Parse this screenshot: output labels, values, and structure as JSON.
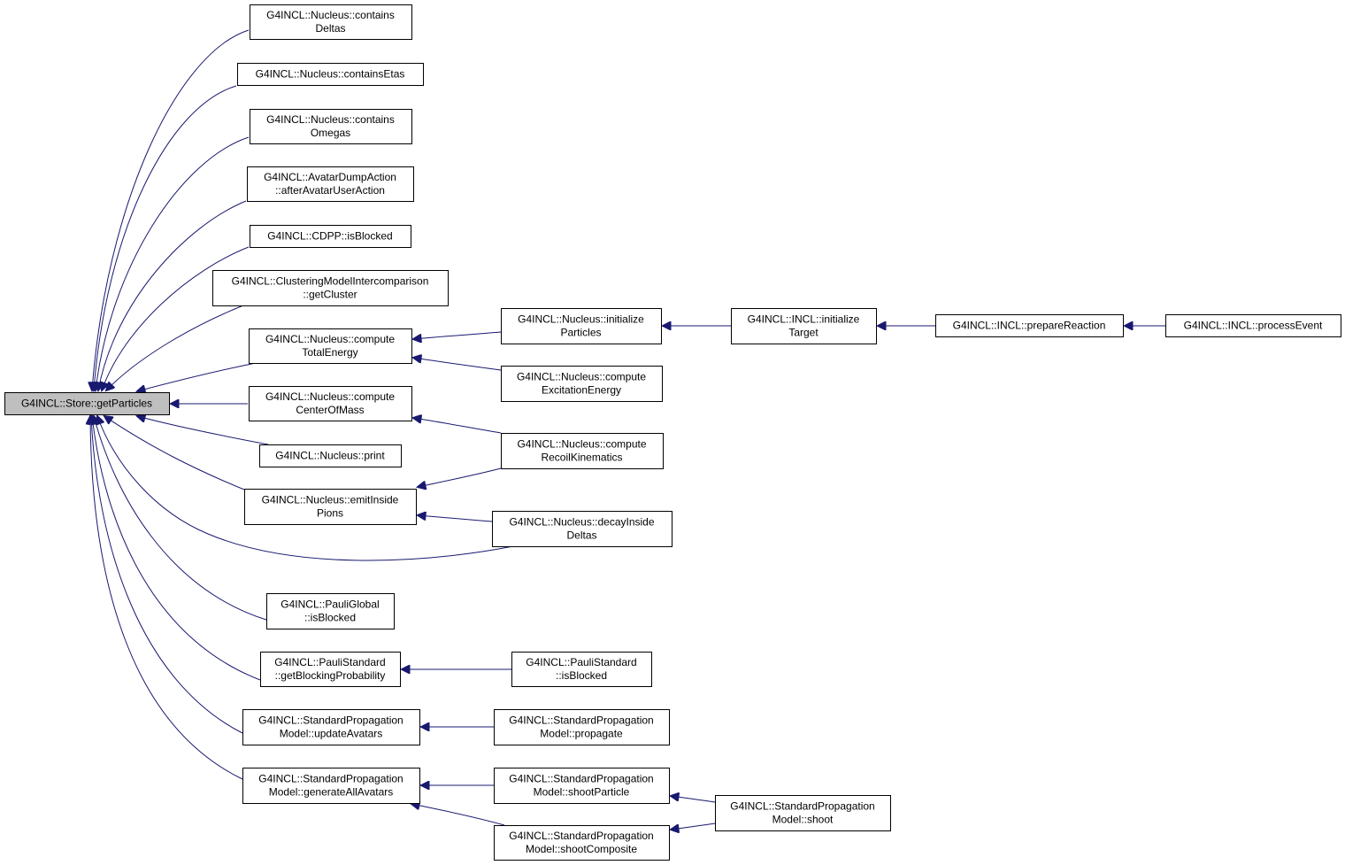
{
  "graph": {
    "nodes": [
      {
        "id": "root",
        "lines": [
          "G4INCL::Store::getParticles"
        ],
        "root": true
      },
      {
        "id": "n1",
        "lines": [
          "G4INCL::Nucleus::contains",
          "Deltas"
        ]
      },
      {
        "id": "n2",
        "lines": [
          "G4INCL::Nucleus::containsEtas"
        ]
      },
      {
        "id": "n3",
        "lines": [
          "G4INCL::Nucleus::contains",
          "Omegas"
        ]
      },
      {
        "id": "n4",
        "lines": [
          "G4INCL::AvatarDumpAction",
          "::afterAvatarUserAction"
        ]
      },
      {
        "id": "n5",
        "lines": [
          "G4INCL::CDPP::isBlocked"
        ]
      },
      {
        "id": "n6",
        "lines": [
          "G4INCL::ClusteringModelIntercomparison",
          "::getCluster"
        ]
      },
      {
        "id": "n7",
        "lines": [
          "G4INCL::Nucleus::compute",
          "TotalEnergy"
        ]
      },
      {
        "id": "n8",
        "lines": [
          "G4INCL::Nucleus::compute",
          "CenterOfMass"
        ]
      },
      {
        "id": "n9",
        "lines": [
          "G4INCL::Nucleus::print"
        ]
      },
      {
        "id": "n10",
        "lines": [
          "G4INCL::Nucleus::emitInside",
          "Pions"
        ]
      },
      {
        "id": "n11",
        "lines": [
          "G4INCL::PauliGlobal",
          "::isBlocked"
        ]
      },
      {
        "id": "n12",
        "lines": [
          "G4INCL::PauliStandard",
          "::getBlockingProbability"
        ]
      },
      {
        "id": "n13",
        "lines": [
          "G4INCL::StandardPropagation",
          "Model::updateAvatars"
        ]
      },
      {
        "id": "n14",
        "lines": [
          "G4INCL::StandardPropagation",
          "Model::generateAllAvatars"
        ]
      },
      {
        "id": "m1",
        "lines": [
          "G4INCL::Nucleus::initialize",
          "Particles"
        ]
      },
      {
        "id": "m2",
        "lines": [
          "G4INCL::Nucleus::compute",
          "ExcitationEnergy"
        ]
      },
      {
        "id": "m3",
        "lines": [
          "G4INCL::Nucleus::compute",
          "RecoilKinematics"
        ]
      },
      {
        "id": "m4",
        "lines": [
          "G4INCL::Nucleus::decayInside",
          "Deltas"
        ]
      },
      {
        "id": "m5",
        "lines": [
          "G4INCL::PauliStandard",
          "::isBlocked"
        ]
      },
      {
        "id": "m6",
        "lines": [
          "G4INCL::StandardPropagation",
          "Model::propagate"
        ]
      },
      {
        "id": "m7",
        "lines": [
          "G4INCL::StandardPropagation",
          "Model::shootParticle"
        ]
      },
      {
        "id": "m8",
        "lines": [
          "G4INCL::StandardPropagation",
          "Model::shootComposite"
        ]
      },
      {
        "id": "p1",
        "lines": [
          "G4INCL::INCL::initialize",
          "Target"
        ]
      },
      {
        "id": "p2",
        "lines": [
          "G4INCL::INCL::prepareReaction"
        ]
      },
      {
        "id": "p3",
        "lines": [
          "G4INCL::INCL::processEvent"
        ]
      },
      {
        "id": "s1",
        "lines": [
          "G4INCL::StandardPropagation",
          "Model::shoot"
        ]
      }
    ],
    "edges": [
      {
        "from": "n1",
        "to": "root"
      },
      {
        "from": "n2",
        "to": "root"
      },
      {
        "from": "n3",
        "to": "root"
      },
      {
        "from": "n4",
        "to": "root"
      },
      {
        "from": "n5",
        "to": "root"
      },
      {
        "from": "n6",
        "to": "root"
      },
      {
        "from": "n7",
        "to": "root"
      },
      {
        "from": "n8",
        "to": "root"
      },
      {
        "from": "n9",
        "to": "root"
      },
      {
        "from": "n10",
        "to": "root"
      },
      {
        "from": "m4",
        "to": "root"
      },
      {
        "from": "n11",
        "to": "root"
      },
      {
        "from": "n12",
        "to": "root"
      },
      {
        "from": "n13",
        "to": "root"
      },
      {
        "from": "n14",
        "to": "root"
      },
      {
        "from": "m1",
        "to": "n7"
      },
      {
        "from": "m2",
        "to": "n7"
      },
      {
        "from": "m3",
        "to": "n8"
      },
      {
        "from": "m3",
        "to": "n10"
      },
      {
        "from": "m4",
        "to": "n10"
      },
      {
        "from": "m5",
        "to": "n12"
      },
      {
        "from": "m6",
        "to": "n13"
      },
      {
        "from": "m7",
        "to": "n14"
      },
      {
        "from": "m8",
        "to": "n14"
      },
      {
        "from": "p1",
        "to": "m1"
      },
      {
        "from": "p2",
        "to": "p1"
      },
      {
        "from": "p3",
        "to": "p2"
      },
      {
        "from": "s1",
        "to": "m7"
      },
      {
        "from": "s1",
        "to": "m8"
      }
    ]
  },
  "colors": {
    "edge": "#191970",
    "root_fill": "#bfbfbf",
    "node_fill": "#ffffff",
    "border": "#000000"
  }
}
